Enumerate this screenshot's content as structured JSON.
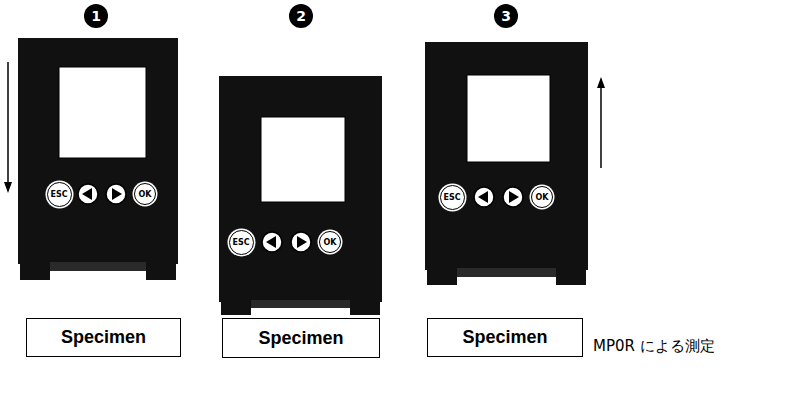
{
  "diagram": {
    "caption": "MP0R による測定",
    "nodes": [
      {
        "text": [
          "1"
        ]
      },
      {
        "text": [
          "2"
        ]
      },
      {
        "text": [
          "3"
        ]
      },
      {
        "text": [
          "ESC"
        ]
      },
      {
        "text": [
          "OK"
        ]
      },
      {
        "text": [
          "ESC"
        ]
      },
      {
        "text": [
          "OK"
        ]
      },
      {
        "text": [
          "ESC"
        ]
      },
      {
        "text": [
          "OK"
        ]
      },
      {
        "text": [
          "Specimen"
        ]
      },
      {
        "text": [
          "Specimen"
        ]
      },
      {
        "text": [
          "Specimen"
        ]
      }
    ]
  }
}
